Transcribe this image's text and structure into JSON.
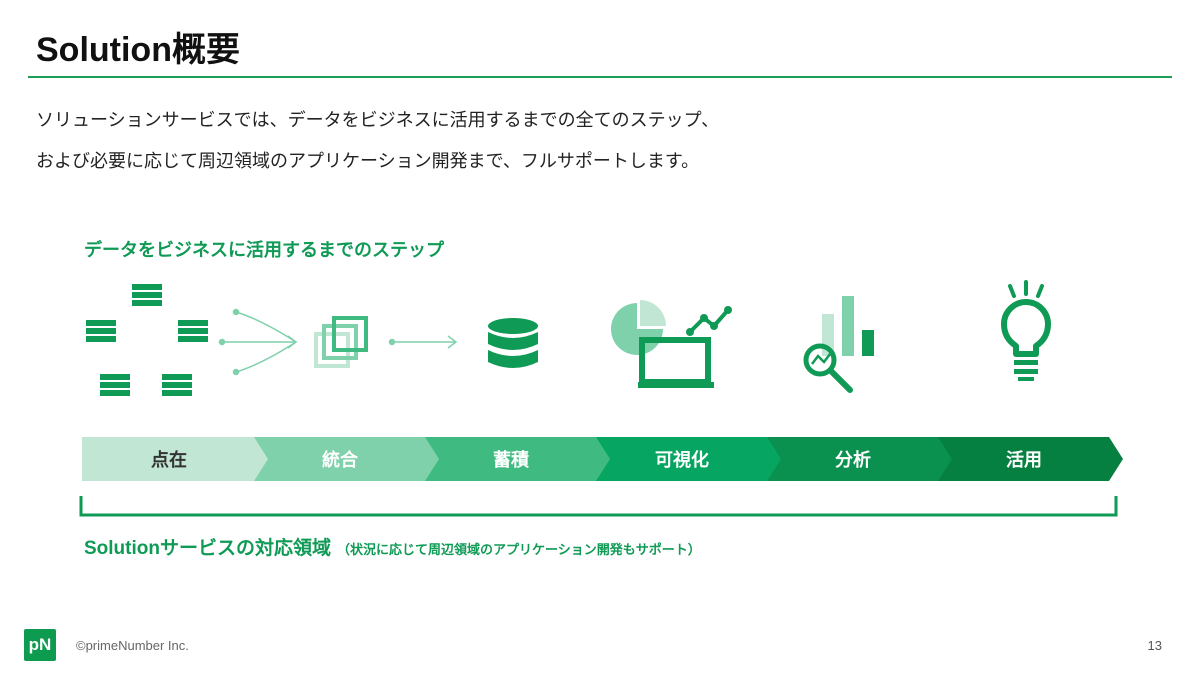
{
  "slide": {
    "title": "Solution概要",
    "intro_lines": [
      "ソリューションサービスでは、データをビジネスに活用するまでの全てのステップ、",
      "および必要に応じて周辺領域のアプリケーション開発まで、フルサポートします。"
    ]
  },
  "steps_heading": "データをビジネスに活用するまでのステップ",
  "steps": [
    {
      "label": "点在",
      "icon": "scattered-servers-icon",
      "color": "#c1e7d4",
      "text_color": "#333333"
    },
    {
      "label": "統合",
      "icon": "stacked-squares-icon",
      "color": "#7fd1ab",
      "text_color": "#ffffff"
    },
    {
      "label": "蓄積",
      "icon": "database-icon",
      "color": "#3fbb82",
      "text_color": "#ffffff"
    },
    {
      "label": "可視化",
      "icon": "dashboard-chart-icon",
      "color": "#06a561",
      "text_color": "#ffffff"
    },
    {
      "label": "分析",
      "icon": "analysis-magnifier-icon",
      "color": "#0a9150",
      "text_color": "#ffffff"
    },
    {
      "label": "活用",
      "icon": "lightbulb-icon",
      "color": "#058040",
      "text_color": "#ffffff"
    }
  ],
  "scope": {
    "main": "Solutionサービスの対応領域",
    "note": "（状況に応じて周辺領域のアプリケーション開発もサポート）"
  },
  "footer": {
    "logo_text": "pN",
    "copyright": "©primeNumber Inc.",
    "page_number": "13"
  },
  "colors": {
    "accent": "#0f9a55",
    "rule": "#1f9e57"
  }
}
